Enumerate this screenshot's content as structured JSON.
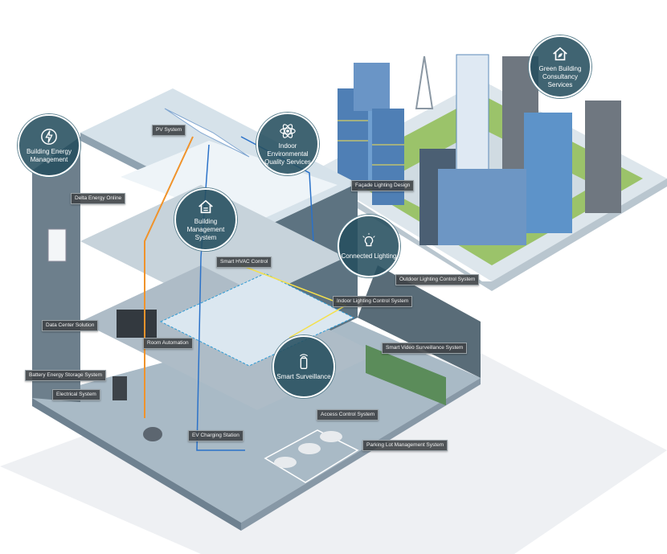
{
  "bubbles": {
    "energy": "Building Energy Management",
    "ieq": "Indoor Environmental Quality Services",
    "bms": "Building Management System",
    "green": "Green Building Consultancy Services",
    "lighting": "Connected Lighting",
    "surveillance": "Smart Surveillance"
  },
  "tags": {
    "pv": "PV System",
    "delta": "Delta Energy Online",
    "facade": "Façade Lighting Design",
    "hvac": "Smart HVAC Control",
    "outdoor": "Outdoor Lighting Control System",
    "indoor": "Indoor Lighting Control System",
    "datacenter": "Data Center Solution",
    "room": "Room Automation",
    "video": "Smart Video Surveillance System",
    "battery": "Battery Energy Storage System",
    "electrical": "Electrical System",
    "access": "Access Control System",
    "ev": "EV Charging Station",
    "parking": "Parking Lot Management System"
  },
  "colors": {
    "bubble": "#264e5e",
    "tag": "#3e4246",
    "pipe_blue": "#2b72c9",
    "pipe_orange": "#f0932b",
    "light_yellow": "#f4e04d",
    "grass": "#9bc36a"
  }
}
